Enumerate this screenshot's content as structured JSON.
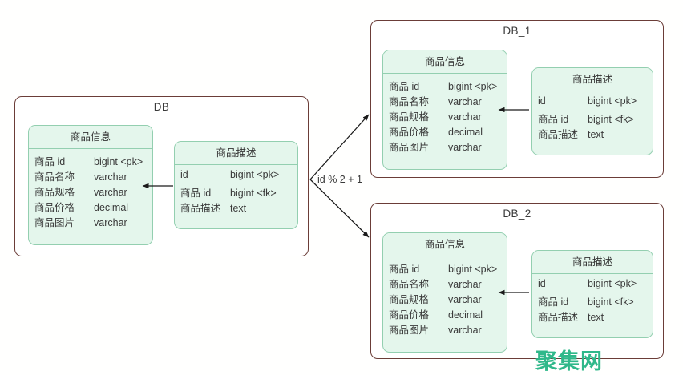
{
  "diagram": {
    "type": "database-sharding-diagram",
    "background_color": "#fffffe",
    "container_border_color": "#6b3d38",
    "table_border_color": "#93cfb0",
    "table_fill_color": "#e4f6ec",
    "arrow_color": "#1a1a1a"
  },
  "source": {
    "title": "DB",
    "tables": {
      "info": {
        "title": "商品信息",
        "rows": [
          {
            "name": "商品 id",
            "type": "bigint <pk>"
          },
          {
            "name": "商品名称",
            "type": "varchar"
          },
          {
            "name": "商品规格",
            "type": "varchar"
          },
          {
            "name": "商品价格",
            "type": "decimal"
          },
          {
            "name": "商品图片",
            "type": "varchar"
          }
        ]
      },
      "desc": {
        "title": "商品描述",
        "rows": [
          {
            "name": "id",
            "type": "bigint <pk>"
          },
          {
            "name": "商品 id",
            "type": "bigint <fk>"
          },
          {
            "name": "商品描述",
            "type": "text"
          }
        ]
      }
    }
  },
  "shards": [
    {
      "title": "DB_1",
      "tables": {
        "info": {
          "title": "商品信息",
          "rows": [
            {
              "name": "商品 id",
              "type": "bigint <pk>"
            },
            {
              "name": "商品名称",
              "type": "varchar"
            },
            {
              "name": "商品规格",
              "type": "varchar"
            },
            {
              "name": "商品价格",
              "type": "decimal"
            },
            {
              "name": "商品图片",
              "type": "varchar"
            }
          ]
        },
        "desc": {
          "title": "商品描述",
          "rows": [
            {
              "name": "id",
              "type": "bigint <pk>"
            },
            {
              "name": "商品 id",
              "type": "bigint <fk>"
            },
            {
              "name": "商品描述",
              "type": "text"
            }
          ]
        }
      }
    },
    {
      "title": "DB_2",
      "tables": {
        "info": {
          "title": "商品信息",
          "rows": [
            {
              "name": "商品 id",
              "type": "bigint <pk>"
            },
            {
              "name": "商品名称",
              "type": "varchar"
            },
            {
              "name": "商品规格",
              "type": "varchar"
            },
            {
              "name": "商品价格",
              "type": "decimal"
            },
            {
              "name": "商品图片",
              "type": "varchar"
            }
          ]
        },
        "desc": {
          "title": "商品描述",
          "rows": [
            {
              "name": "id",
              "type": "bigint <pk>"
            },
            {
              "name": "商品 id",
              "type": "bigint <fk>"
            },
            {
              "name": "商品描述",
              "type": "text"
            }
          ]
        }
      }
    }
  ],
  "sharding_rule": {
    "label": "id % 2 + 1"
  },
  "watermark": {
    "text": "聚集网",
    "color": "#2fb88a"
  }
}
